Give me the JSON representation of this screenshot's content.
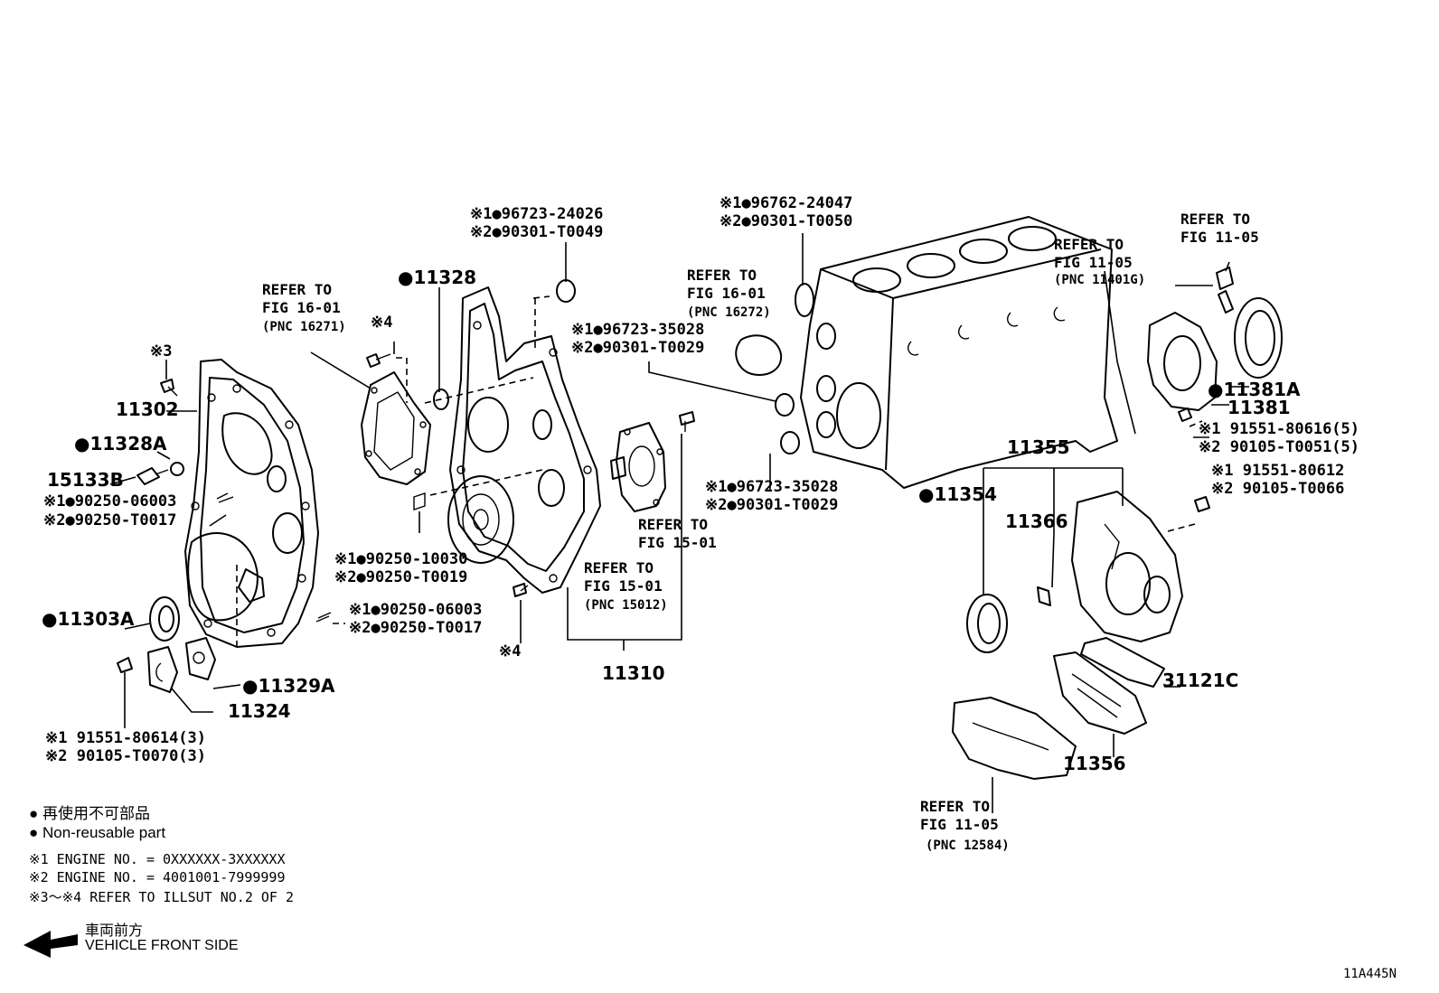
{
  "labels": {
    "p11302": "11302",
    "p11328A": "●11328A",
    "p15133B": "15133B",
    "p11303A": "●11303A",
    "p11329A": "●11329A",
    "p11324": "11324",
    "p11328": "●11328",
    "p11310": "11310",
    "p11355": "11355",
    "p11354": "●11354",
    "p11366": "11366",
    "p11381A": "●11381A",
    "p11381": "11381",
    "p31121C": "31121C",
    "p11356": "11356",
    "s3": "※3",
    "s4a": "※4",
    "s4b": "※4",
    "a1": "※1●90250-06003",
    "a2": "※2●90250-T0017",
    "b1": "※1●90250-10030",
    "b2": "※2●90250-T0019",
    "c1": "※1●90250-06003",
    "c2": "※2●90250-T0017",
    "d1": "※1 91551-80614(3)",
    "d2": "※2 90105-T0070(3)",
    "e1": "※1●96723-24026",
    "e2": "※2●90301-T0049",
    "f1": "※1●96723-35028",
    "f2": "※2●90301-T0029",
    "g1": "※1●96762-24047",
    "g2": "※2●90301-T0050",
    "h1": "※1●96723-35028",
    "h2": "※2●90301-T0029",
    "i1": "※1 91551-80616(5)",
    "i2": "※2 90105-T0051(5)",
    "j1": "※1 91551-80612",
    "j2": "※2 90105-T0066"
  },
  "refs": {
    "r1a": "REFER TO",
    "r1b": "FIG 16-01",
    "r1c": "(PNC 16271)",
    "r2a": "REFER TO",
    "r2b": "FIG 16-01",
    "r2c": "(PNC 16272)",
    "r3a": "REFER TO",
    "r3b": "FIG 15-01",
    "r4a": "REFER TO",
    "r4b": "FIG 15-01",
    "r4c": "(PNC 15012)",
    "r5a": "REFER TO",
    "r5b": "FIG 11-05",
    "r5c": "(PNC 11401G)",
    "r6a": "REFER TO",
    "r6b": "FIG 11-05",
    "r7a": "REFER TO",
    "r7b": "FIG 11-05",
    "r7c": "(PNC 12584)"
  },
  "legend": {
    "jp_nonreusable": "● 再使用不可部品",
    "en_nonreusable": "● Non-reusable part",
    "note1": "※1  ENGINE NO. = 0XXXXXX-3XXXXXX",
    "note2": "※2  ENGINE NO. = 4001001-7999999",
    "note3": "※3～※4 REFER TO ILLSUT NO.2 OF 2",
    "front_jp": "車両前方",
    "front_en": "VEHICLE FRONT SIDE"
  },
  "figure_code": "11A445N"
}
